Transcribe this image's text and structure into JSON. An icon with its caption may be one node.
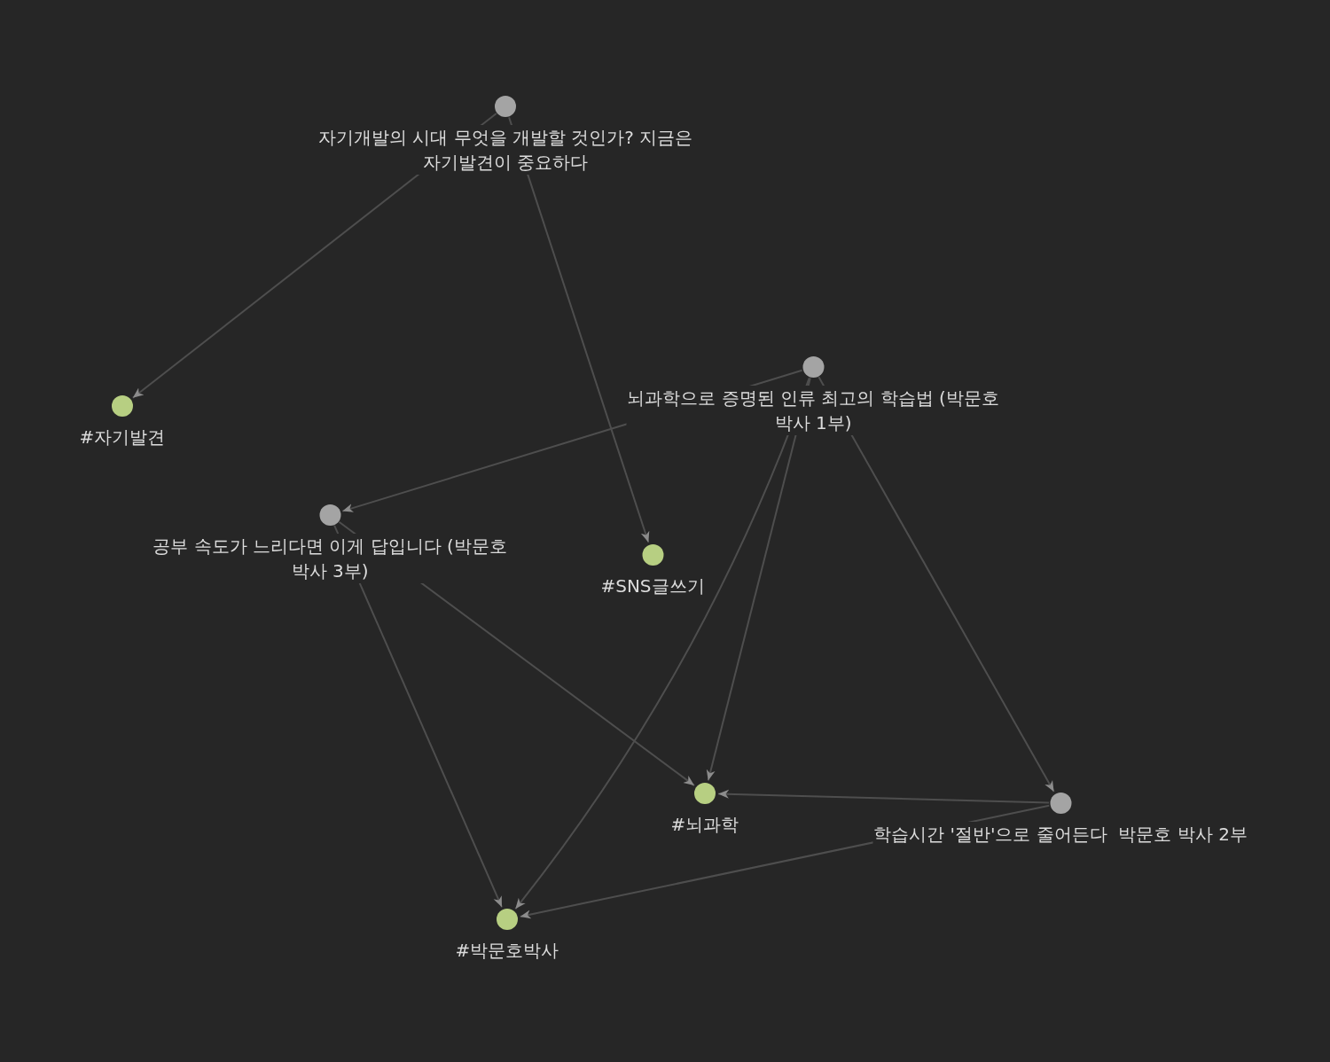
{
  "diagram": {
    "nodes": [
      {
        "text": [
          "자기개발의 시대 무엇을 개발할 것인가? 지금은 자기발견이 중요하다"
        ]
      },
      {
        "text": [
          "#자기발견"
        ]
      },
      {
        "text": [
          "뇌과학으로 증명된 인류 최고의 학습법 (박문호 박사 1부)"
        ]
      },
      {
        "text": [
          "공부 속도가 느리다면 이게 답입니다 (박문호 박사 3부)"
        ]
      },
      {
        "text": [
          "#SNS글쓰기"
        ]
      },
      {
        "text": [
          "#뇌과학"
        ]
      },
      {
        "text": [
          "학습시간 '절반'으로 줄어든다  박문호 박사 2부"
        ]
      },
      {
        "text": [
          "#박문호박사"
        ]
      }
    ],
    "edges": [
      {
        "from": 0,
        "to": 1,
        "arrow": "to"
      },
      {
        "from": 0,
        "to": 4,
        "arrow": "to"
      },
      {
        "from": 2,
        "to": 3,
        "arrow": "to"
      },
      {
        "from": 2,
        "to": 7,
        "arrow": "to"
      },
      {
        "from": 2,
        "to": 5,
        "arrow": "to"
      },
      {
        "from": 2,
        "to": 6,
        "arrow": "to"
      },
      {
        "from": 3,
        "to": 5,
        "arrow": "to"
      },
      {
        "from": 3,
        "to": 7,
        "arrow": "to"
      },
      {
        "from": 6,
        "to": 5,
        "arrow": "to"
      },
      {
        "from": 6,
        "to": 7,
        "arrow": "to"
      }
    ]
  }
}
